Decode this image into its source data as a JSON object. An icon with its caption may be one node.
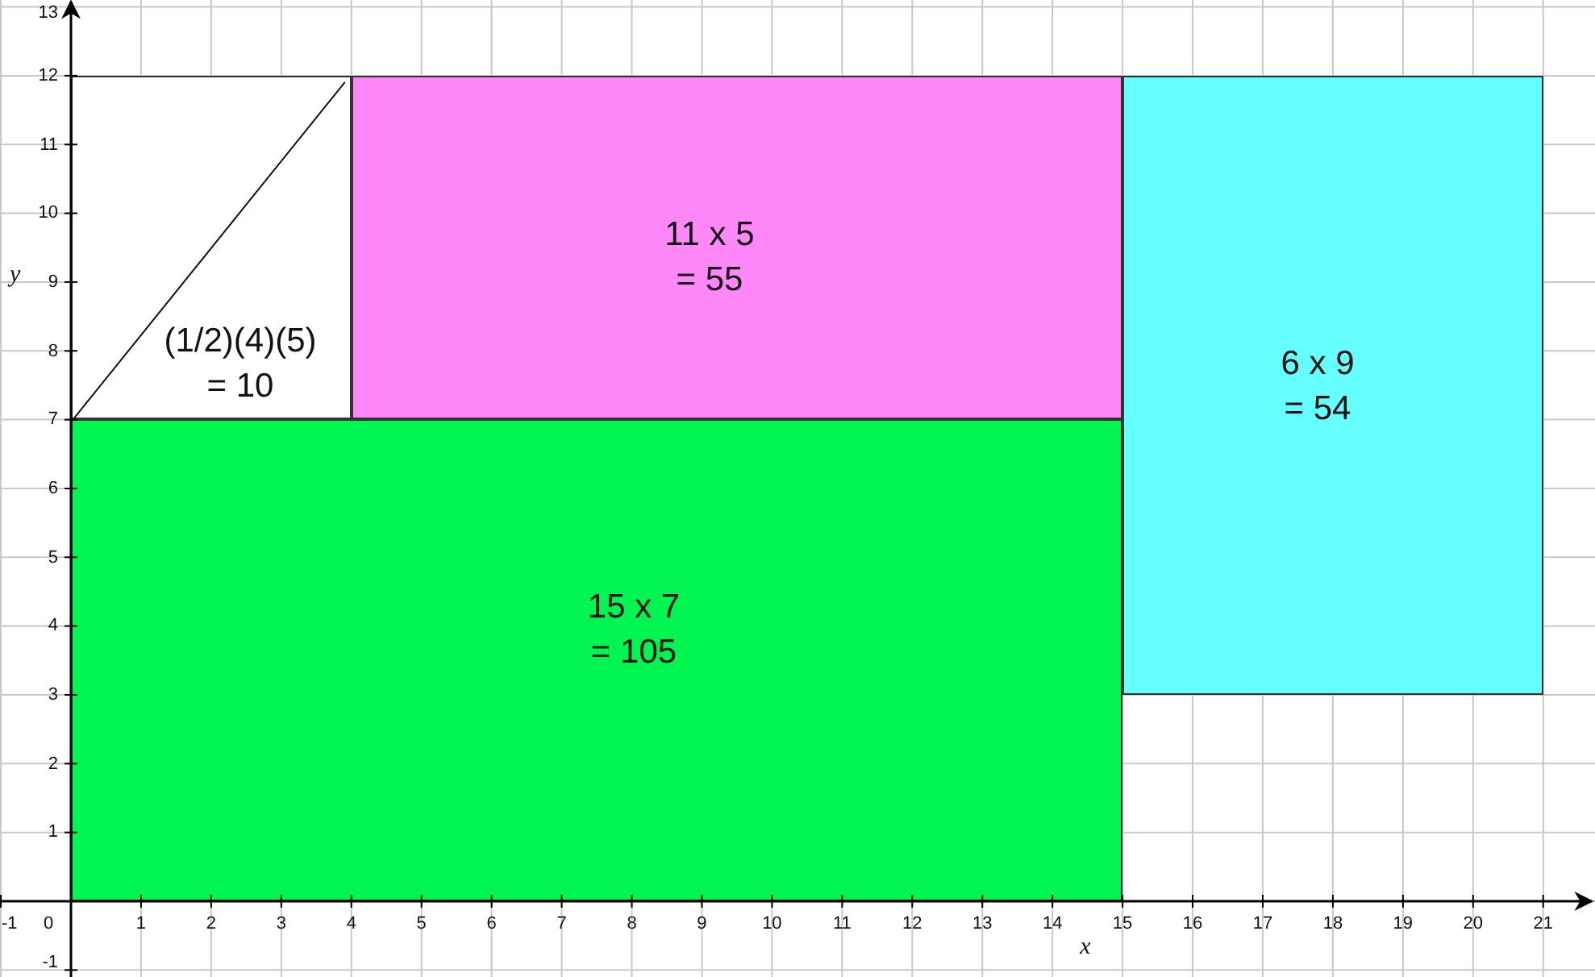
{
  "diagram": {
    "nodes": [
      {
        "text": [
          "(1/2)(4)(5) = 10"
        ]
      },
      {
        "text": [
          "11 x 5 = 55"
        ]
      },
      {
        "text": [
          "6 x 9 = 54"
        ]
      },
      {
        "text": [
          "15 x 7 = 105"
        ]
      }
    ],
    "labels": [
      "13",
      "12",
      "11",
      "10",
      "y",
      "9",
      "8",
      "7",
      "6",
      "5",
      "4",
      "3",
      "2",
      "1",
      "-1",
      "0",
      "1",
      "2",
      "3",
      "4",
      "5",
      "6",
      "7",
      "8",
      "9",
      "10",
      "11",
      "12",
      "13",
      "14",
      "15",
      "16",
      "17",
      "18",
      "19",
      "20",
      "21",
      "-1",
      "x"
    ]
  }
}
